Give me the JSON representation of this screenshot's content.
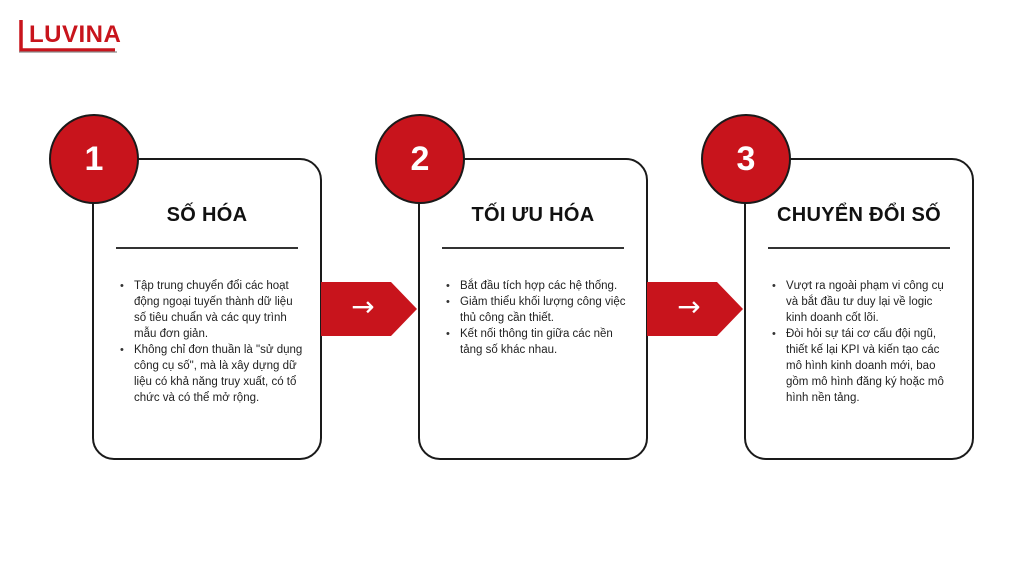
{
  "brand": {
    "name": "LUVINA",
    "color": "#c8141c"
  },
  "arrow_glyph": "→",
  "steps": [
    {
      "number": "1",
      "title": "SỐ HÓA",
      "bullets": [
        "Tập trung chuyển đổi các hoạt động ngoại tuyến thành dữ liệu số tiêu chuẩn và các quy trình mẫu đơn giản.",
        "Không chỉ đơn thuần là \"sử dụng công cụ số\", mà là xây dựng dữ liệu có khả năng truy xuất, có tổ chức và có thể mở rộng."
      ]
    },
    {
      "number": "2",
      "title": "TỐI ƯU HÓA",
      "bullets": [
        "Bắt đầu tích hợp các hệ thống.",
        "Giảm thiểu khối lượng công việc thủ công cần thiết.",
        "Kết nối thông tin giữa các nền tảng số khác nhau."
      ]
    },
    {
      "number": "3",
      "title": "CHUYỂN ĐỔI SỐ",
      "bullets": [
        "Vượt ra ngoài phạm vi công cụ và bắt đầu tư duy lại về logic kinh doanh cốt lõi.",
        "Đòi hỏi sự tái cơ cấu đội ngũ, thiết kế lại KPI và kiến tạo các mô hình kinh doanh mới, bao gồm mô hình đăng ký hoặc mô hình nền tảng."
      ]
    }
  ],
  "colors": {
    "accent": "#c8141c",
    "outline": "#1a1a1a",
    "background": "#ffffff"
  }
}
